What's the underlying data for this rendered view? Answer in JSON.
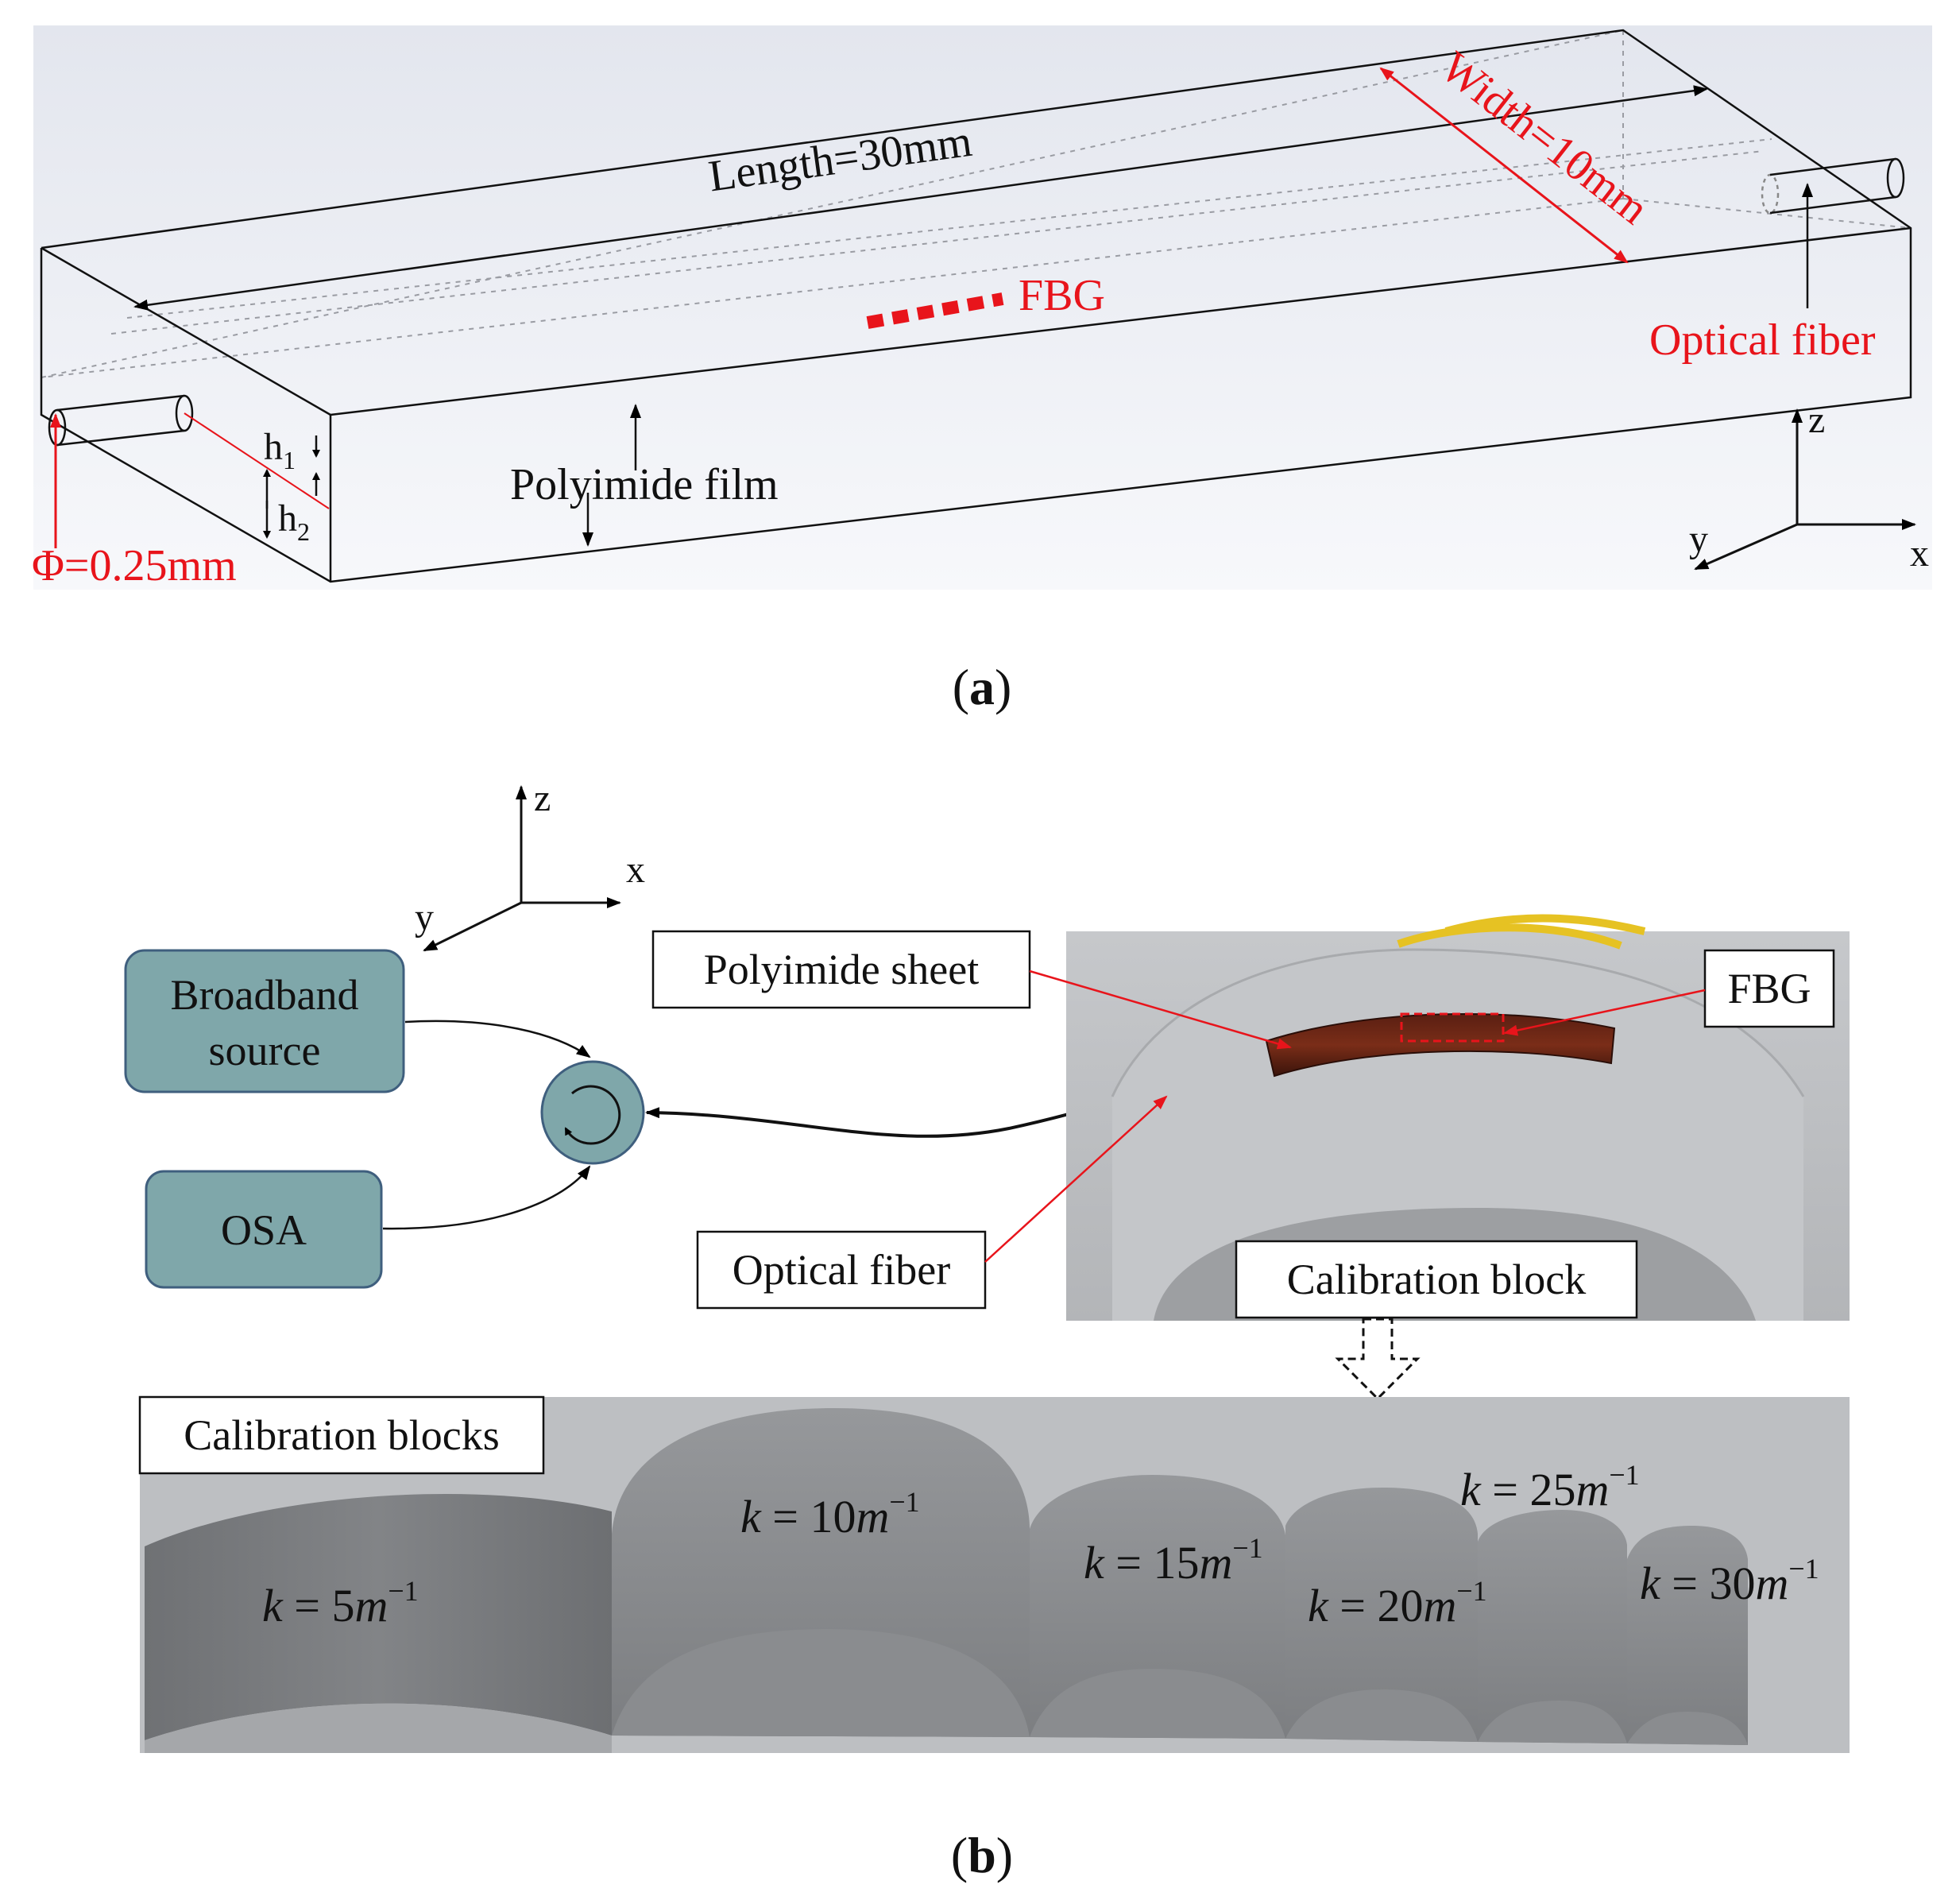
{
  "panel_a": {
    "caption_letter": "a",
    "labels": {
      "length": "Length=30mm",
      "width": "Width=10mm",
      "fbg": "FBG",
      "optical_fiber": "Optical fiber",
      "polyimide_film": "Polyimide film",
      "diameter": "Φ=0.25mm",
      "h1_base": "h",
      "h1_sub": "1",
      "h2_base": "h",
      "h2_sub": "2",
      "axis_x": "x",
      "axis_y": "y",
      "axis_z": "z"
    }
  },
  "panel_b": {
    "caption_letter": "b",
    "axis_x": "x",
    "axis_y": "y",
    "axis_z": "z",
    "broadband_line1": "Broadband",
    "broadband_line2": "source",
    "osa": "OSA",
    "polyimide_sheet": "Polyimide sheet",
    "fbg": "FBG",
    "optical_fiber": "Optical fiber",
    "calibration_block": "Calibration block",
    "calibration_blocks": "Calibration blocks",
    "blocks": [
      {
        "value": "5"
      },
      {
        "value": "10"
      },
      {
        "value": "15"
      },
      {
        "value": "20"
      },
      {
        "value": "25"
      },
      {
        "value": "30"
      }
    ],
    "k_symbol": "k",
    "equals": " = ",
    "unit": "m",
    "exponent": "−1"
  },
  "colors": {
    "label_red": "#e8141b",
    "box_fill": "#7fa7aa",
    "box_stroke": "#3f5f7e",
    "block_gray": "#7b7d80",
    "background_gray": "#b6b8bb"
  }
}
